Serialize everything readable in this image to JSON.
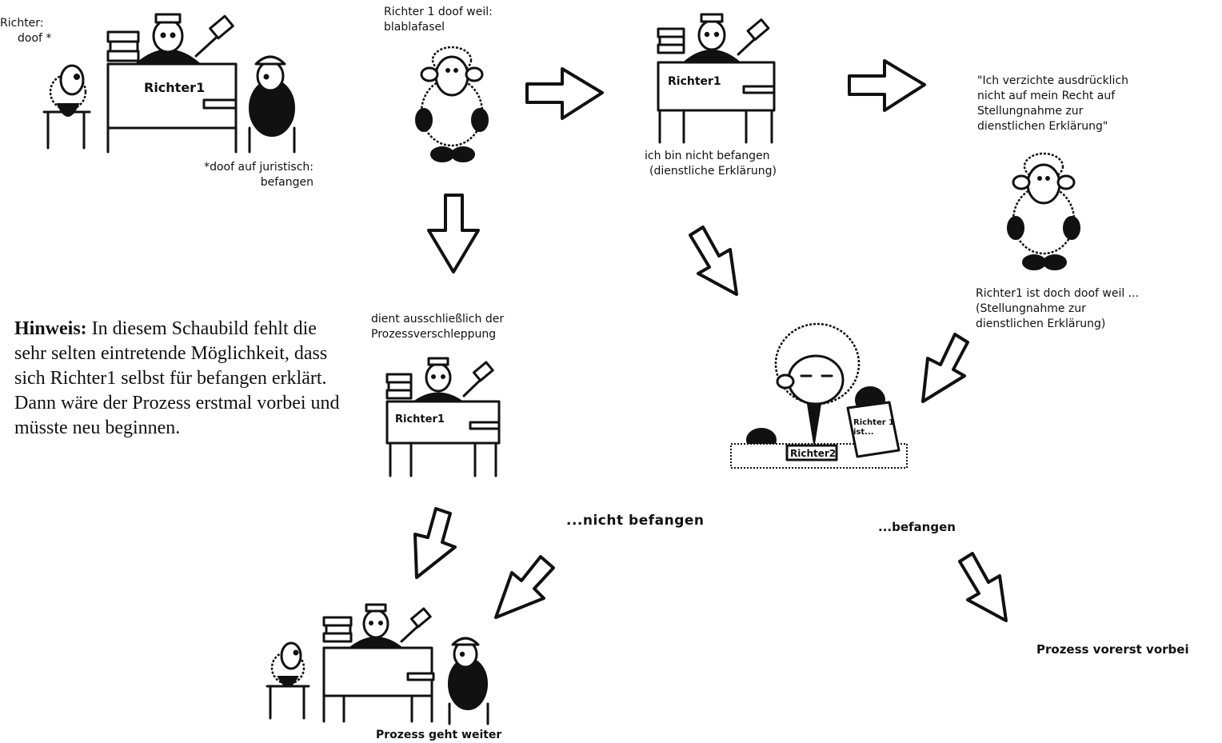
{
  "diagram": {
    "top_left_caption": [
      "Richter:",
      "doof *"
    ],
    "top_left_footnote": [
      "*doof auf juristisch:",
      "befangen"
    ],
    "sheep1_caption": [
      "Richter 1 doof weil:",
      "blablafasel"
    ],
    "judge_nameplate": "Richter1",
    "judge_statement": [
      "ich bin nicht befangen",
      "(dienstliche Erklärung)"
    ],
    "waiver_quote": [
      "\"Ich verzichte ausdrücklich",
      "nicht auf mein Recht auf",
      "Stellungnahme zur",
      "dienstlichen Erklärung\""
    ],
    "sheep3_caption": [
      "Richter1 ist doch doof weil ...",
      "(Stellungnahme zur",
      "dienstlichen Erklärung)"
    ],
    "delay_caption": [
      "dient ausschließlich der",
      "Prozessverschleppung"
    ],
    "richter2_nameplate": "Richter2",
    "richter2_paper": [
      "Richter 1",
      "ist..."
    ],
    "outcome_not_biased": "...nicht befangen",
    "outcome_biased": "...befangen",
    "outcome_over": "Prozess vorerst vorbei",
    "outcome_continues": "Prozess geht weiter",
    "note_title": "Hinweis:",
    "note_text": "In diesem Schaubild fehlt die sehr selten eintretende Möglichkeit, dass sich Richter1 selbst für befangen erklärt. Dann wäre der Prozess erstmal vorbei und müsste neu beginnen."
  }
}
